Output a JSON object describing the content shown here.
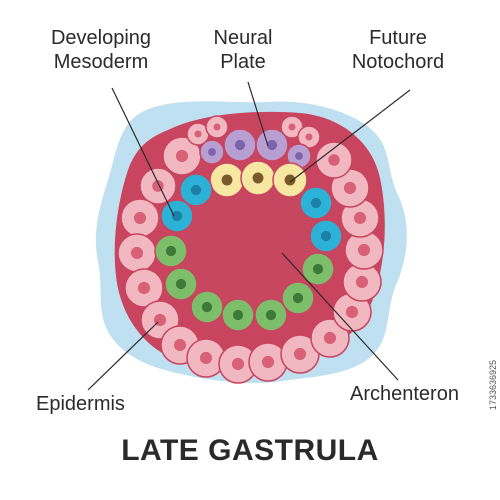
{
  "title": "LATE GASTRULA",
  "labels": {
    "developing_mesoderm": [
      "Developing",
      "Mesoderm"
    ],
    "neural_plate": [
      "Neural",
      "Plate"
    ],
    "future_notochord": [
      "Future",
      "Notochord"
    ],
    "epidermis": "Epidermis",
    "archenteron": "Archenteron"
  },
  "watermark": "1733636925",
  "colors": {
    "outer_fluid": "#bfe0f1",
    "embryo_body": "#c9445e",
    "cavity": "#c84760",
    "epidermis_cell": "#f2b8c2",
    "epidermis_nucleus": "#d86178",
    "mesoderm_cell": "#2bb2d6",
    "mesoderm_nucleus": "#1d7fa6",
    "neural_cell": "#b89fd2",
    "neural_nucleus": "#7b64ad",
    "notochord_cell": "#f7e7a2",
    "notochord_nucleus": "#7a5a2a",
    "endoderm_cell": "#7cbe6a",
    "endoderm_nucleus": "#3d7a37",
    "leader_line": "#2b2b2b",
    "label_text": "#2b2b2b"
  }
}
